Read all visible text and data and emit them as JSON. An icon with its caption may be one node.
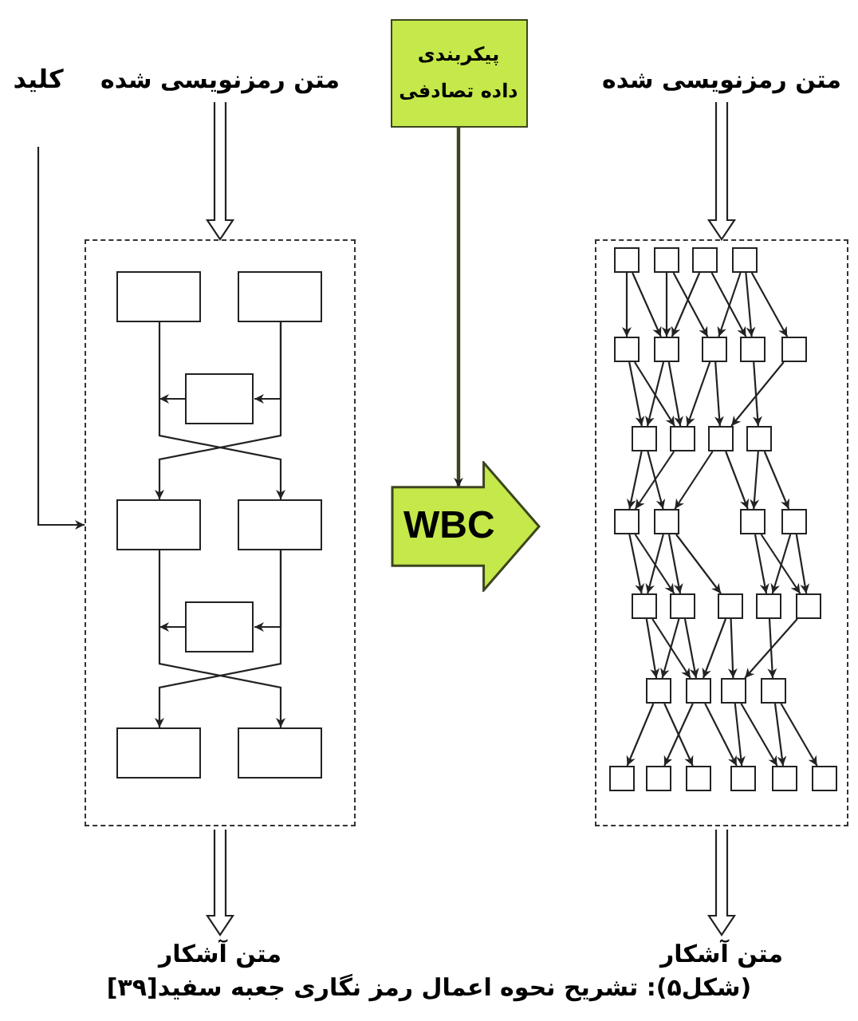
{
  "diagram": {
    "caption": "(شکل۵): تشریح نحوه اعمال رمز نگاری جعبه سفید[۳۹]",
    "nodes": [
      {
        "text": [
          "کلید"
        ]
      },
      {
        "text": [
          "متن رمزنویسی شده"
        ]
      },
      {
        "text": [
          "پیکربندی داده تصادفی"
        ]
      },
      {
        "text": [
          "متن رمزنویسی شده"
        ]
      },
      {
        "text": [],
        "shape": "box"
      },
      {
        "text": [],
        "shape": "box",
        "in": 4
      },
      {
        "text": [],
        "shape": "box",
        "in": 4
      },
      {
        "text": [],
        "shape": "box",
        "in": 4
      },
      {
        "text": [],
        "shape": "box",
        "in": 4
      },
      {
        "text": [],
        "shape": "box",
        "in": 4
      },
      {
        "text": [],
        "shape": "box",
        "in": 4
      },
      {
        "text": [],
        "shape": "box",
        "in": 4
      },
      {
        "text": [],
        "shape": "box",
        "in": 4
      },
      {
        "text": [
          "WBC"
        ]
      },
      {
        "text": [],
        "shape": "box"
      },
      {
        "text": [],
        "shape": "box",
        "in": 14
      },
      {
        "text": [],
        "shape": "box",
        "in": 14
      },
      {
        "text": [],
        "shape": "box",
        "in": 14
      },
      {
        "text": [],
        "shape": "box",
        "in": 14
      },
      {
        "text": [],
        "shape": "box",
        "in": 14
      },
      {
        "text": [],
        "shape": "box",
        "in": 14
      },
      {
        "text": [],
        "shape": "box",
        "in": 14
      },
      {
        "text": [],
        "shape": "box",
        "in": 14
      },
      {
        "text": [],
        "shape": "box",
        "in": 14
      },
      {
        "text": [],
        "shape": "box",
        "in": 14
      },
      {
        "text": [],
        "shape": "box",
        "in": 14
      },
      {
        "text": [],
        "shape": "box",
        "in": 14
      },
      {
        "text": [],
        "shape": "box",
        "in": 14
      },
      {
        "text": [],
        "shape": "box",
        "in": 14
      },
      {
        "text": [],
        "shape": "box",
        "in": 14
      },
      {
        "text": [],
        "shape": "box",
        "in": 14
      },
      {
        "text": [],
        "shape": "box",
        "in": 14
      },
      {
        "text": [],
        "shape": "box",
        "in": 14
      },
      {
        "text": [],
        "shape": "box",
        "in": 14
      },
      {
        "text": [],
        "shape": "box",
        "in": 14
      },
      {
        "text": [],
        "shape": "box",
        "in": 14
      },
      {
        "text": [],
        "shape": "box",
        "in": 14
      },
      {
        "text": [],
        "shape": "box",
        "in": 14
      },
      {
        "text": [],
        "shape": "box",
        "in": 14
      },
      {
        "text": [],
        "shape": "box",
        "in": 14
      },
      {
        "text": [],
        "shape": "box",
        "in": 14
      },
      {
        "text": [],
        "shape": "box",
        "in": 14
      },
      {
        "text": [],
        "shape": "box",
        "in": 14
      },
      {
        "text": [],
        "shape": "box",
        "in": 14
      },
      {
        "text": [],
        "shape": "box",
        "in": 14
      },
      {
        "text": [],
        "shape": "box",
        "in": 14
      },
      {
        "text": [],
        "shape": "box",
        "in": 14
      },
      {
        "text": [
          "متن آشکار"
        ]
      },
      {
        "text": [
          "متن آشکار"
        ]
      }
    ],
    "edges": [
      {
        "from": 0,
        "to": 4,
        "arrow": "to"
      },
      {
        "from": 1,
        "to": 4,
        "arrow": "to",
        "style": "thick"
      },
      {
        "from": 3,
        "to": 14,
        "arrow": "to",
        "style": "thick"
      },
      {
        "from": 2,
        "to": 13,
        "arrow": "to"
      },
      {
        "from": 4,
        "to": 47,
        "arrow": "to",
        "style": "thick"
      },
      {
        "from": 14,
        "to": 48,
        "arrow": "to",
        "style": "thick"
      },
      {
        "from": 5,
        "to": 9,
        "arrow": "to"
      },
      {
        "from": 6,
        "to": 8,
        "arrow": "to"
      },
      {
        "from": 6,
        "to": 7,
        "arrow": "to"
      },
      {
        "from": 7,
        "to": null,
        "arrow": "to"
      },
      {
        "from": 8,
        "to": 12,
        "arrow": "to"
      },
      {
        "from": 9,
        "to": 11,
        "arrow": "to"
      },
      {
        "from": 9,
        "to": 10,
        "arrow": "to"
      },
      {
        "from": 10,
        "to": null,
        "arrow": "to"
      },
      {
        "from": 15,
        "to": 19,
        "arrow": "to"
      },
      {
        "from": 15,
        "to": 20,
        "arrow": "to"
      },
      {
        "from": 16,
        "to": 20,
        "arrow": "to"
      },
      {
        "from": 16,
        "to": 21,
        "arrow": "to"
      },
      {
        "from": 17,
        "to": 20,
        "arrow": "to"
      },
      {
        "from": 17,
        "to": 22,
        "arrow": "to"
      },
      {
        "from": 18,
        "to": 21,
        "arrow": "to"
      },
      {
        "from": 18,
        "to": 22,
        "arrow": "to"
      },
      {
        "from": 18,
        "to": 23,
        "arrow": "to"
      },
      {
        "from": 19,
        "to": 24,
        "arrow": "to"
      },
      {
        "from": 19,
        "to": 25,
        "arrow": "to"
      },
      {
        "from": 20,
        "to": 24,
        "arrow": "to"
      },
      {
        "from": 20,
        "to": 25,
        "arrow": "to"
      },
      {
        "from": 21,
        "to": 25,
        "arrow": "to"
      },
      {
        "from": 21,
        "to": 26,
        "arrow": "to"
      },
      {
        "from": 22,
        "to": 27,
        "arrow": "to"
      },
      {
        "from": 23,
        "to": 26,
        "arrow": "to"
      },
      {
        "from": 24,
        "to": 28,
        "arrow": "to"
      },
      {
        "from": 24,
        "to": 29,
        "arrow": "to"
      },
      {
        "from": 25,
        "to": 28,
        "arrow": "to"
      },
      {
        "from": 26,
        "to": 29,
        "arrow": "to"
      },
      {
        "from": 26,
        "to": 30,
        "arrow": "to"
      },
      {
        "from": 27,
        "to": 30,
        "arrow": "to"
      },
      {
        "from": 27,
        "to": 31,
        "arrow": "to"
      },
      {
        "from": 28,
        "to": 32,
        "arrow": "to"
      },
      {
        "from": 28,
        "to": 33,
        "arrow": "to"
      },
      {
        "from": 29,
        "to": 32,
        "arrow": "to"
      },
      {
        "from": 29,
        "to": 33,
        "arrow": "to"
      },
      {
        "from": 29,
        "to": 34,
        "arrow": "to"
      },
      {
        "from": 30,
        "to": 35,
        "arrow": "to"
      },
      {
        "from": 30,
        "to": 36,
        "arrow": "to"
      },
      {
        "from": 31,
        "to": 35,
        "arrow": "to"
      },
      {
        "from": 31,
        "to": 36,
        "arrow": "to"
      },
      {
        "from": 32,
        "to": 37,
        "arrow": "to"
      },
      {
        "from": 32,
        "to": 38,
        "arrow": "to"
      },
      {
        "from": 33,
        "to": 37,
        "arrow": "to"
      },
      {
        "from": 33,
        "to": 38,
        "arrow": "to"
      },
      {
        "from": 34,
        "to": 38,
        "arrow": "to"
      },
      {
        "from": 34,
        "to": 39,
        "arrow": "to"
      },
      {
        "from": 35,
        "to": 40,
        "arrow": "to"
      },
      {
        "from": 36,
        "to": 39,
        "arrow": "to"
      },
      {
        "from": 37,
        "to": 41,
        "arrow": "to"
      },
      {
        "from": 37,
        "to": 43,
        "arrow": "to"
      },
      {
        "from": 38,
        "to": 42,
        "arrow": "to"
      },
      {
        "from": 38,
        "to": 44,
        "arrow": "to"
      },
      {
        "from": 39,
        "to": 44,
        "arrow": "to"
      },
      {
        "from": 39,
        "to": 45,
        "arrow": "to"
      },
      {
        "from": 40,
        "to": 45,
        "arrow": "to"
      },
      {
        "from": 40,
        "to": 46,
        "arrow": "to"
      }
    ]
  }
}
